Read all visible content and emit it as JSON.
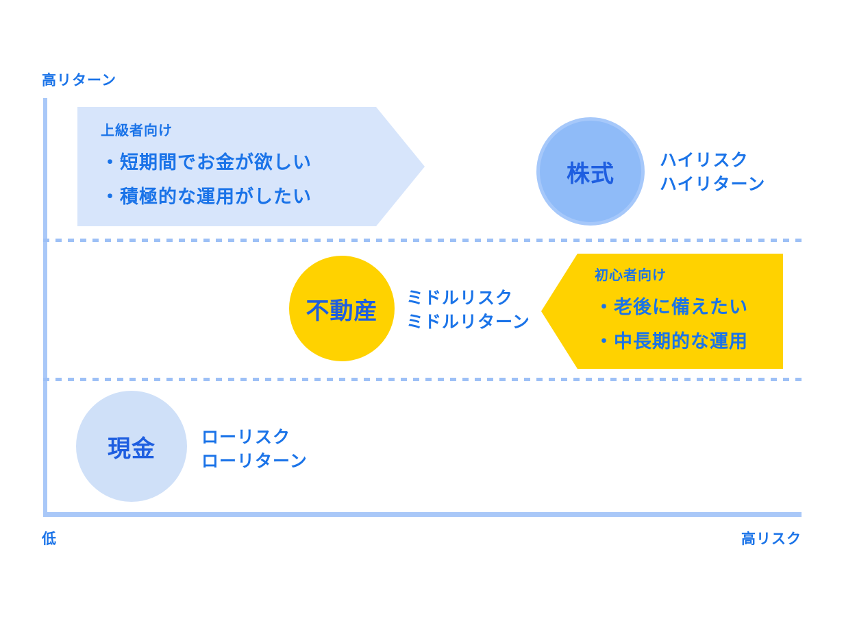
{
  "axes": {
    "y_high_label": "高リターン",
    "x_low_label": "低",
    "x_high_label": "高リスク"
  },
  "banners": {
    "advanced": {
      "heading": "上級者向け",
      "bullets": [
        "・短期間でお金が欲しい",
        "・積極的な運用がしたい"
      ]
    },
    "beginner": {
      "heading": "初心者向け",
      "bullets": [
        "・老後に備えたい",
        "・中長期的な運用"
      ]
    }
  },
  "assets": {
    "stocks": {
      "label": "株式",
      "risk_line1": "ハイリスク",
      "risk_line2": "ハイリターン"
    },
    "real_estate": {
      "label": "不動産",
      "risk_line1": "ミドルリスク",
      "risk_line2": "ミドルリターン"
    },
    "cash": {
      "label": "現金",
      "risk_line1": "ローリスク",
      "risk_line2": "ローリターン"
    }
  },
  "colors": {
    "text_blue": "#1a73e8",
    "circle_label_blue": "#1e5ee0",
    "axis_blue": "#a9c8f8",
    "dashed_divider_blue": "#9dc0f6",
    "banner_light_blue": "#d7e5fb",
    "stocks_circle_fill": "#8fbbf8",
    "stocks_circle_ring": "#a6c8fa",
    "cash_circle_fill": "#cfe0f8",
    "accent_yellow": "#ffd200"
  }
}
